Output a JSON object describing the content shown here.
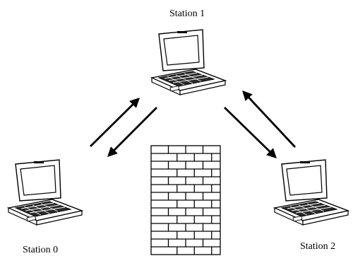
{
  "stations": [
    {
      "id": "station-0",
      "label": "Station 0"
    },
    {
      "id": "station-1",
      "label": "Station 1"
    },
    {
      "id": "station-2",
      "label": "Station 2"
    }
  ],
  "links": [
    {
      "from": "station-0",
      "to": "station-1"
    },
    {
      "from": "station-1",
      "to": "station-0"
    },
    {
      "from": "station-1",
      "to": "station-2"
    },
    {
      "from": "station-2",
      "to": "station-1"
    }
  ],
  "obstacle": {
    "icon": "brick-wall-icon"
  },
  "station_icon": "laptop-icon"
}
